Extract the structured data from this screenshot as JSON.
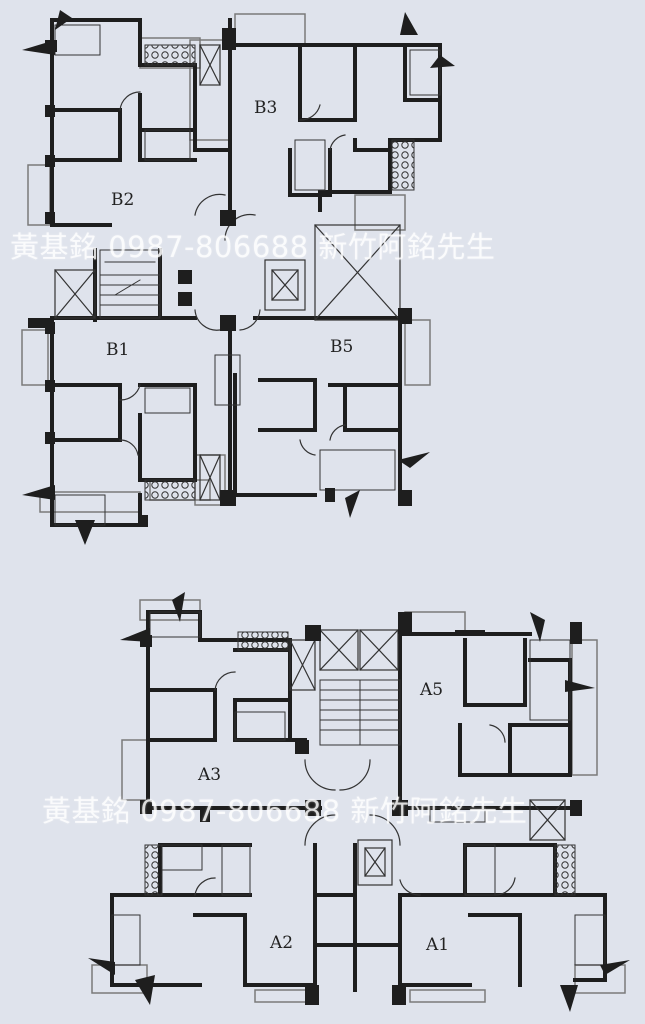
{
  "units": {
    "B2": "B2",
    "B3": "B3",
    "B1": "B1",
    "B5": "B5",
    "A3": "A3",
    "A5": "A5",
    "A2": "A2",
    "A1": "A1"
  },
  "watermarks": [
    "黃基銘 0987-806688 新竹阿銘先生",
    "黃基銘 0987-806688 新竹阿銘先生"
  ],
  "colors": {
    "paper": "#dfe3ec",
    "wall": "#1e1e1e",
    "balcony": "#7a7a7a"
  }
}
